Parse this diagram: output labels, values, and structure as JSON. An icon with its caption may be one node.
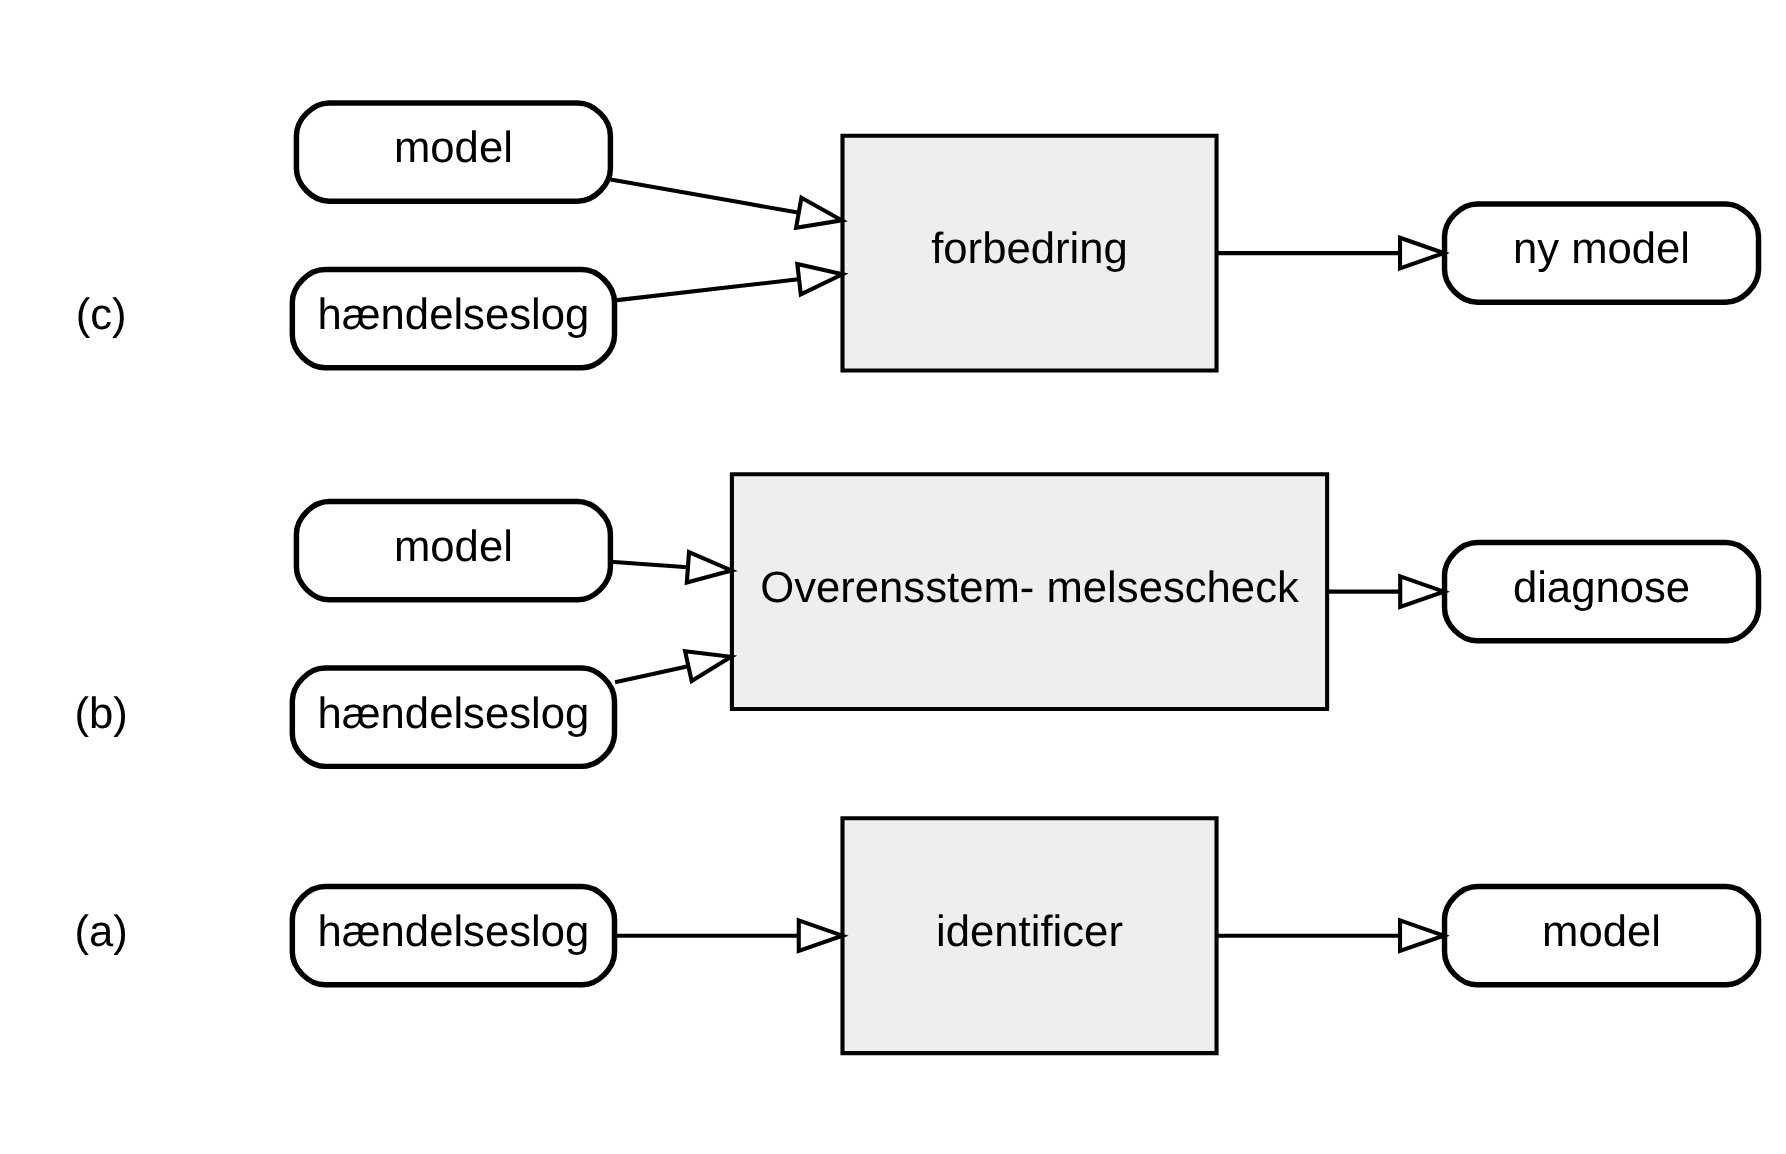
{
  "diagram": {
    "nodes": [
      {
        "text": [
          "hændelseslog"
        ]
      },
      {
        "text": [
          "identificer"
        ]
      },
      {
        "text": [
          "model"
        ]
      },
      {
        "text": [
          "hændelseslog"
        ]
      },
      {
        "text": [
          "model"
        ]
      },
      {
        "text": [
          "Overensstem- melsescheck"
        ]
      },
      {
        "text": [
          "diagnose"
        ]
      },
      {
        "text": [
          "hændelseslog"
        ]
      },
      {
        "text": [
          "model"
        ]
      },
      {
        "text": [
          "forbedring"
        ]
      },
      {
        "text": [
          "ny model"
        ]
      }
    ],
    "edges": [
      {
        "from": 0,
        "to": 1,
        "arrow": "to"
      },
      {
        "from": 1,
        "to": 2,
        "arrow": "to"
      },
      {
        "from": 3,
        "to": 5,
        "arrow": "to"
      },
      {
        "from": 4,
        "to": 5,
        "arrow": "to"
      },
      {
        "from": 5,
        "to": 6,
        "arrow": "to"
      },
      {
        "from": 7,
        "to": 9,
        "arrow": "to"
      },
      {
        "from": 8,
        "to": 9,
        "arrow": "to"
      },
      {
        "from": 9,
        "to": 10,
        "arrow": "to"
      }
    ],
    "labels": [
      "(a)",
      "(b)",
      "(c)"
    ]
  }
}
